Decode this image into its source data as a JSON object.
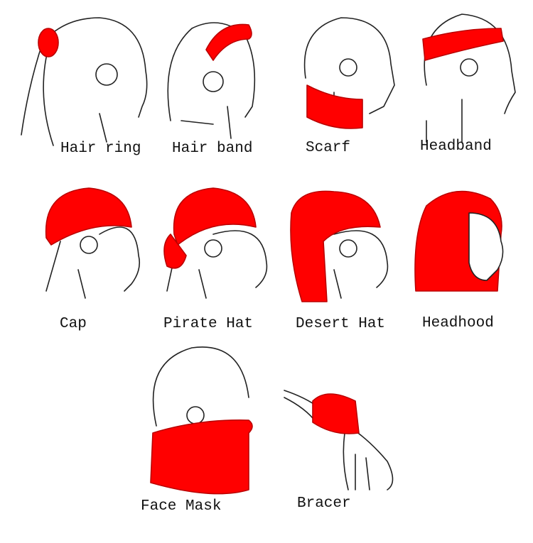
{
  "colors": {
    "accent": "#ff0000",
    "line": "#222222"
  },
  "items": [
    {
      "label": "Hair ring"
    },
    {
      "label": "Hair band"
    },
    {
      "label": "Scarf"
    },
    {
      "label": "Headband"
    },
    {
      "label": "Cap"
    },
    {
      "label": "Pirate Hat"
    },
    {
      "label": "Desert Hat"
    },
    {
      "label": "Headhood"
    },
    {
      "label": "Face Mask"
    },
    {
      "label": "Bracer"
    }
  ]
}
